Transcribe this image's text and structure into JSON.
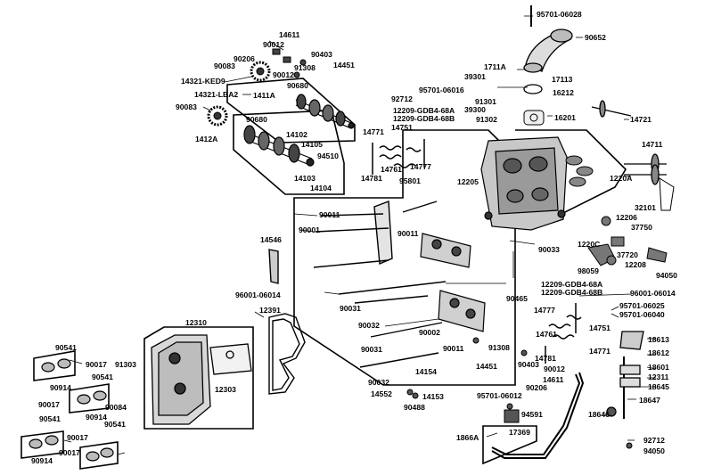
{
  "diagram": {
    "labels": [
      "95701-06028",
      "90652",
      "14611",
      "90012",
      "90206",
      "90403",
      "90083",
      "91308",
      "14451",
      "90012",
      "14321-KED9",
      "90680",
      "14321-LBA2",
      "1411A",
      "1711A",
      "39301",
      "17113",
      "16212",
      "95701-06016",
      "92712",
      "39300",
      "91301",
      "91302",
      "16201",
      "14721",
      "90083",
      "90680",
      "12209-GDB4-68A",
      "12209-GDB4-68B",
      "1412A",
      "14102",
      "14105",
      "14771",
      "14751",
      "14711",
      "94510",
      "14103",
      "14104",
      "14761",
      "14777",
      "14781",
      "95801",
      "1220A",
      "12205",
      "32101",
      "12206",
      "37750",
      "90011",
      "90001",
      "90011",
      "14546",
      "90033",
      "1220C",
      "37720",
      "98059",
      "12208",
      "94050",
      "96001-06014",
      "90465",
      "90031",
      "12209-GDB4-68A",
      "12209-GDB4-68B",
      "96001-06014",
      "12391",
      "14777",
      "95701-06025",
      "95701-06040",
      "12310",
      "90032",
      "14751",
      "14761",
      "90002",
      "14771",
      "18613",
      "90541",
      "91308",
      "14781",
      "90031",
      "90011",
      "18612",
      "90017",
      "91303",
      "14451",
      "90403",
      "18601",
      "12311",
      "14154",
      "90012",
      "18645",
      "90914",
      "12303",
      "90541",
      "90032",
      "14611",
      "14552",
      "14153",
      "90206",
      "18647",
      "90017",
      "90084",
      "90488",
      "95701-06012",
      "94591",
      "90914",
      "90541",
      "18646",
      "90541",
      "1866A",
      "17369",
      "92712",
      "90017",
      "94050",
      "90017",
      "90914"
    ]
  }
}
